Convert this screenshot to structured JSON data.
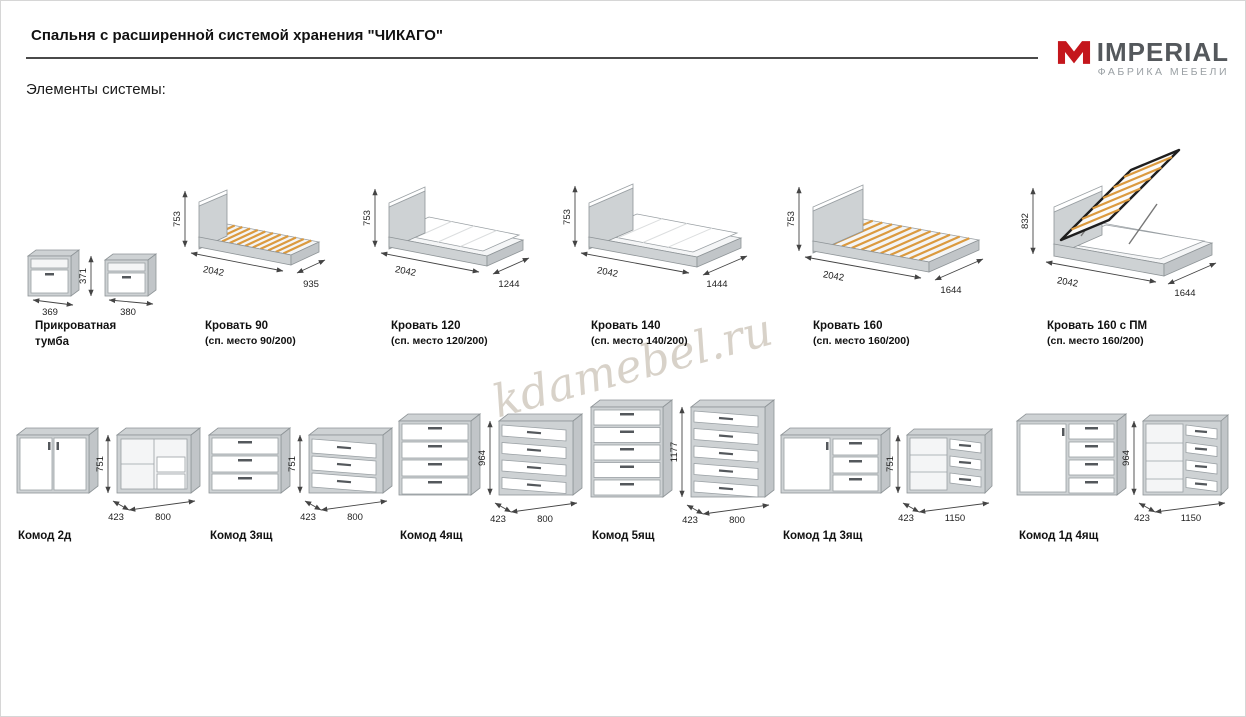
{
  "page": {
    "title": "Спальня с расширенной системой хранения \"ЧИКАГО\"",
    "subtitle": "Элементы системы:",
    "watermark": "kdamebel.ru"
  },
  "logo": {
    "brand": "IMPERIAL",
    "tagline": "ФАБРИКА МЕБЕЛИ",
    "accent": "#c4161c"
  },
  "row1": [
    {
      "title": "Прикроватная",
      "title2": "тумба",
      "h": "371",
      "w1": "369",
      "w2": "380"
    },
    {
      "title": "Кровать 90",
      "subtitle": "(сп. место 90/200)",
      "h": "753",
      "len": "2042",
      "w": "935"
    },
    {
      "title": "Кровать 120",
      "subtitle": "(сп. место 120/200)",
      "h": "753",
      "len": "2042",
      "w": "1244"
    },
    {
      "title": "Кровать 140",
      "subtitle": "(сп. место 140/200)",
      "h": "753",
      "len": "2042",
      "w": "1444"
    },
    {
      "title": "Кровать 160",
      "subtitle": "(сп. место 160/200)",
      "h": "753",
      "len": "2042",
      "w": "1644"
    },
    {
      "title": "Кровать 160 с ПМ",
      "subtitle": "(сп. место 160/200)",
      "h": "832",
      "len": "2042",
      "w": "1644"
    }
  ],
  "row2": [
    {
      "title": "Комод 2д",
      "h": "751",
      "d": "423",
      "w": "800"
    },
    {
      "title": "Комод 3ящ",
      "h": "751",
      "d": "423",
      "w": "800"
    },
    {
      "title": "Комод 4ящ",
      "h": "964",
      "d": "423",
      "w": "800"
    },
    {
      "title": "Комод 5ящ",
      "h": "1177",
      "d": "423",
      "w": "800"
    },
    {
      "title": "Комод 1д 3ящ",
      "h": "751",
      "d": "423",
      "w": "1150"
    },
    {
      "title": "Комод 1д 4ящ",
      "h": "964",
      "d": "423",
      "w": "1150"
    }
  ]
}
